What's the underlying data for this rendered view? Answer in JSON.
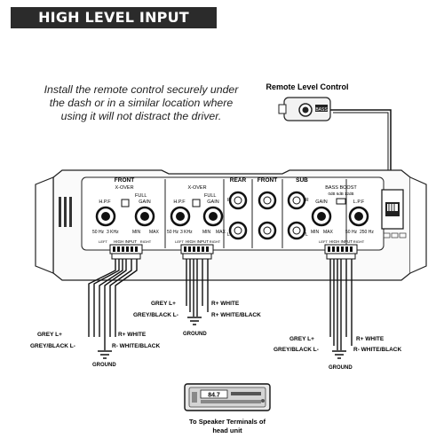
{
  "title": "HIGH LEVEL INPUT WIRING",
  "instructions": [
    "Install the remote control securely under",
    "the dash or in a similar location where",
    "using it will not distract the driver."
  ],
  "remote": {
    "label": "Remote Level Control",
    "knob_label": "BASS"
  },
  "amplifier": {
    "sections": {
      "front": "FRONT",
      "rear": "REAR",
      "front2": "FRONT",
      "sub": "SUB"
    },
    "xover": "X-OVER",
    "hpf": "H.P.F",
    "full": "FULL",
    "gain": "GAIN",
    "lpf": "L.P.F",
    "bass_boost": "BASS BOOST",
    "bass_boost_db": "0dB  6dB  12dB",
    "freq_min_hz": "50 Hz",
    "freq_max_khz": "3 KHz",
    "freq_max_hz": "250 Hz",
    "min": "MIN",
    "max": "MAX",
    "high_input": "HIGH INPUT",
    "left": "LEFT",
    "right": "RIGHT",
    "r": "R",
    "l": "L"
  },
  "wires": {
    "grey_plus": "GREY L+",
    "grey_black_minus": "GREY/BLACK L-",
    "r_plus_white": "R+ WHITE",
    "r_minus_white_black": "R- WHITE/BLACK",
    "r_plus_white_b": "R+ WHITE/BLACK",
    "ground": "GROUND"
  },
  "head_unit": {
    "display": "84.7",
    "caption": [
      "To Speaker Terminals of",
      "head unit"
    ]
  }
}
